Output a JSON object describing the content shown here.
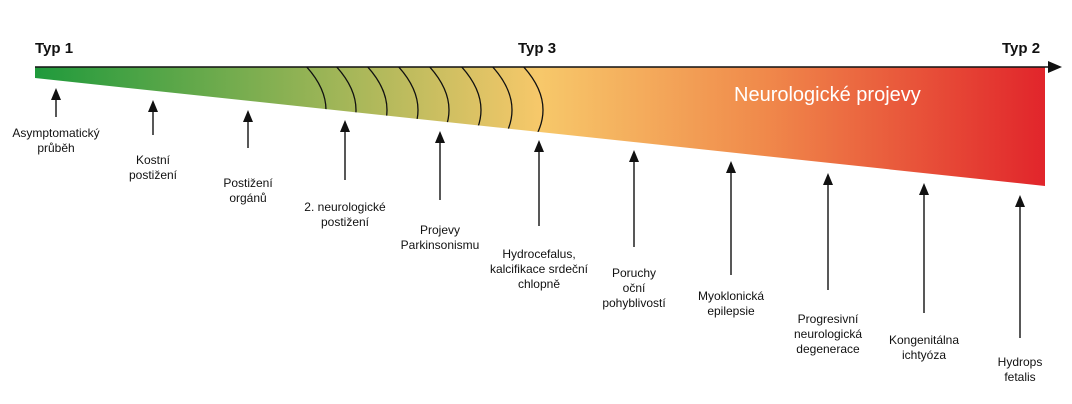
{
  "types": {
    "left": "Typ 1",
    "middle": "Typ 3",
    "right": "Typ 2"
  },
  "band_label": "Neurologické projevy",
  "colors": {
    "green": "#1f9a3c",
    "yellow": "#f7c86a",
    "orange": "#f08a4b",
    "red": "#e1252b",
    "arcs": "#111111",
    "text": "#111111"
  },
  "manifestations": [
    {
      "lines": [
        "Asymptomatický",
        "průběh"
      ]
    },
    {
      "lines": [
        "Kostní",
        "postižení"
      ]
    },
    {
      "lines": [
        "Postižení",
        "orgánů"
      ]
    },
    {
      "lines": [
        "2. neurologické",
        "postižení"
      ]
    },
    {
      "lines": [
        "Projevy",
        "Parkinsonismu"
      ]
    },
    {
      "lines": [
        "Hydrocefalus,",
        "kalcifikace srdeční",
        "chlopně"
      ]
    },
    {
      "lines": [
        "Poruchy",
        "oční",
        "pohyblivostí"
      ]
    },
    {
      "lines": [
        "Myoklonická",
        "epilepsie"
      ]
    },
    {
      "lines": [
        "Progresivní",
        "neurologická",
        "degenerace"
      ]
    },
    {
      "lines": [
        "Kongenitálna",
        "ichtyóza"
      ]
    },
    {
      "lines": [
        "Hydrops",
        "fetalis"
      ]
    }
  ]
}
